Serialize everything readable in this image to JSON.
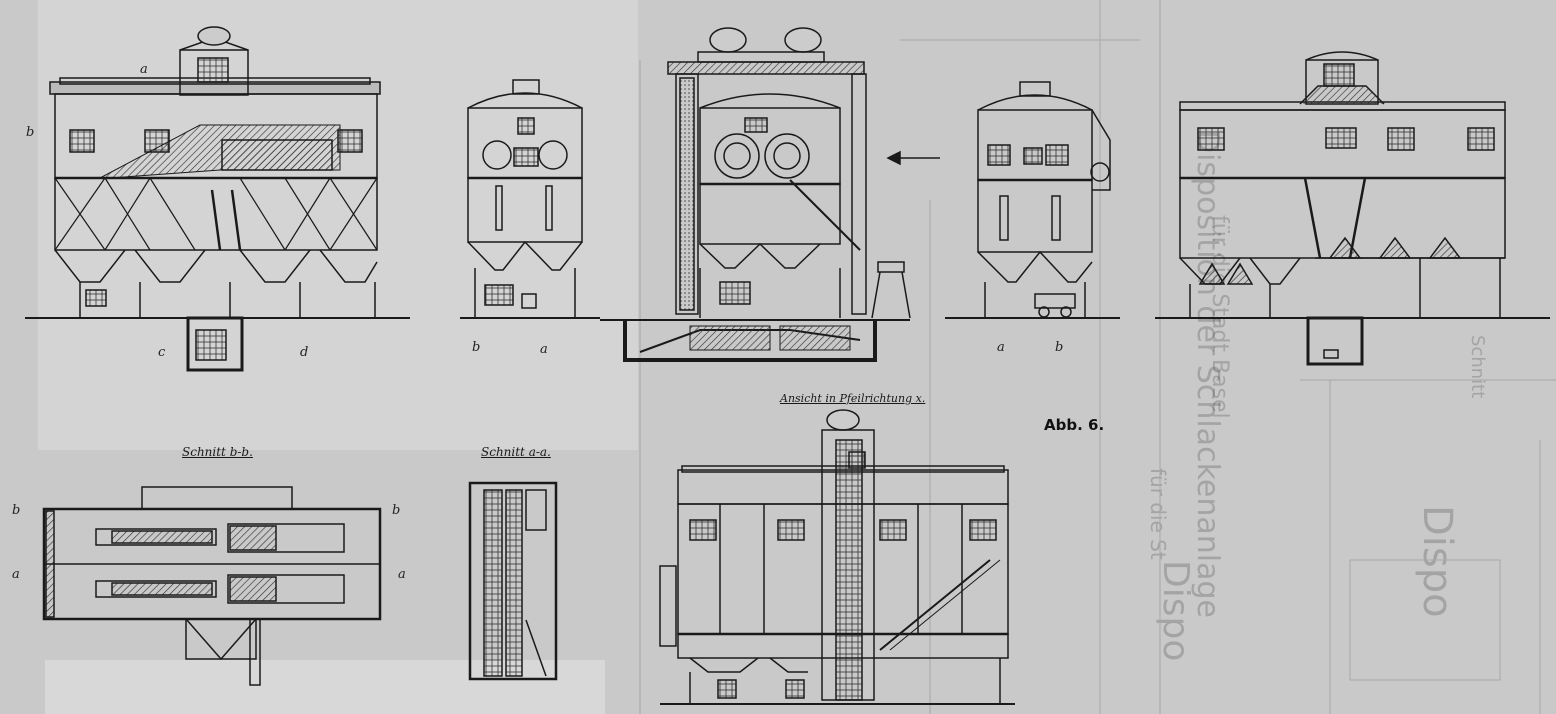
{
  "figure_label": "Abb. 6.",
  "view_titles": {
    "view_arrow_x": "Ansicht in Pfeilrichtung x.",
    "section_bb": "Schnitt b-b.",
    "section_aa": "Schnitt a-a."
  },
  "section_marks": {
    "a": "a",
    "b": "b",
    "c": "c",
    "d": "d"
  },
  "background_text": [
    "Disposition der Schlackenanlage",
    "für die Stadt Basel",
    "Dispo",
    "für die St",
    "Dispo",
    "Schnitt"
  ],
  "colors": {
    "paper": "#c9c9c9",
    "ink": "#1a1a1a",
    "hatch": "#333333",
    "ghost_ink": "#9a9a9a"
  }
}
